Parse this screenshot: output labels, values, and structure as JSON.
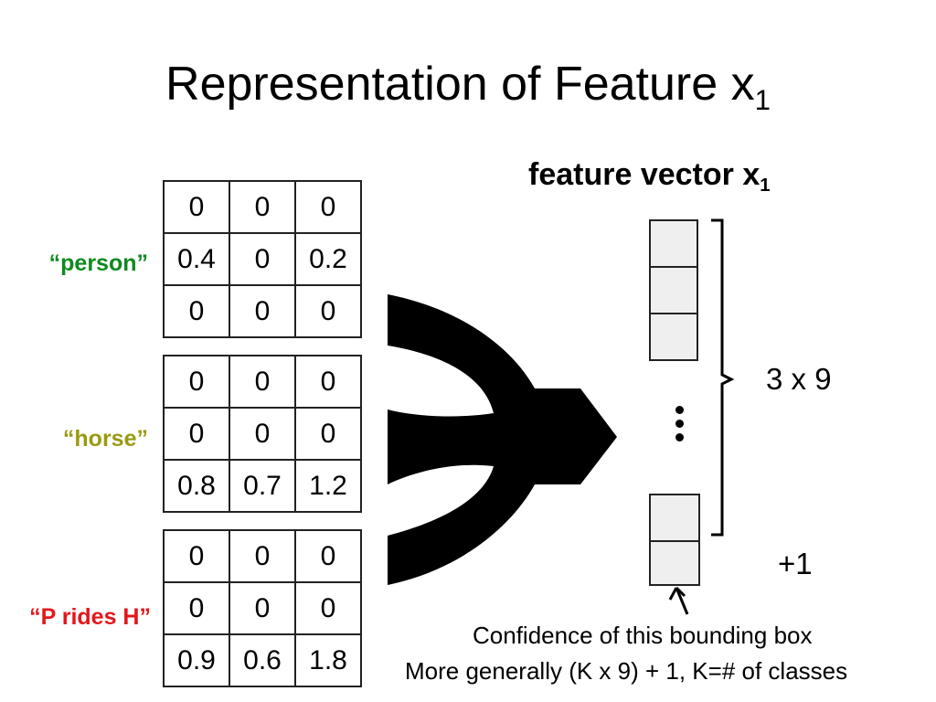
{
  "title": {
    "text": "Representation of Feature x",
    "sub": "1"
  },
  "vector_title": {
    "text": "feature vector x",
    "sub": "1"
  },
  "grids": [
    {
      "label": "“person”",
      "color": "#0e8a1e",
      "rows": [
        [
          "0",
          "0",
          "0"
        ],
        [
          "0.4",
          "0",
          "0.2"
        ],
        [
          "0",
          "0",
          "0"
        ]
      ]
    },
    {
      "label": "“horse”",
      "color": "#9a9a10",
      "rows": [
        [
          "0",
          "0",
          "0"
        ],
        [
          "0",
          "0",
          "0"
        ],
        [
          "0.8",
          "0.7",
          "1.2"
        ]
      ]
    },
    {
      "label": "“P rides H”",
      "color": "#e3171b",
      "rows": [
        [
          "0",
          "0",
          "0"
        ],
        [
          "0",
          "0",
          "0"
        ],
        [
          "0.9",
          "0.6",
          "1.8"
        ]
      ]
    }
  ],
  "brace_label": "3 x 9",
  "plus_label": "+1",
  "caption": {
    "line1": "Confidence of this bounding box",
    "line2": "More generally (K x 9) + 1, K=# of classes"
  }
}
